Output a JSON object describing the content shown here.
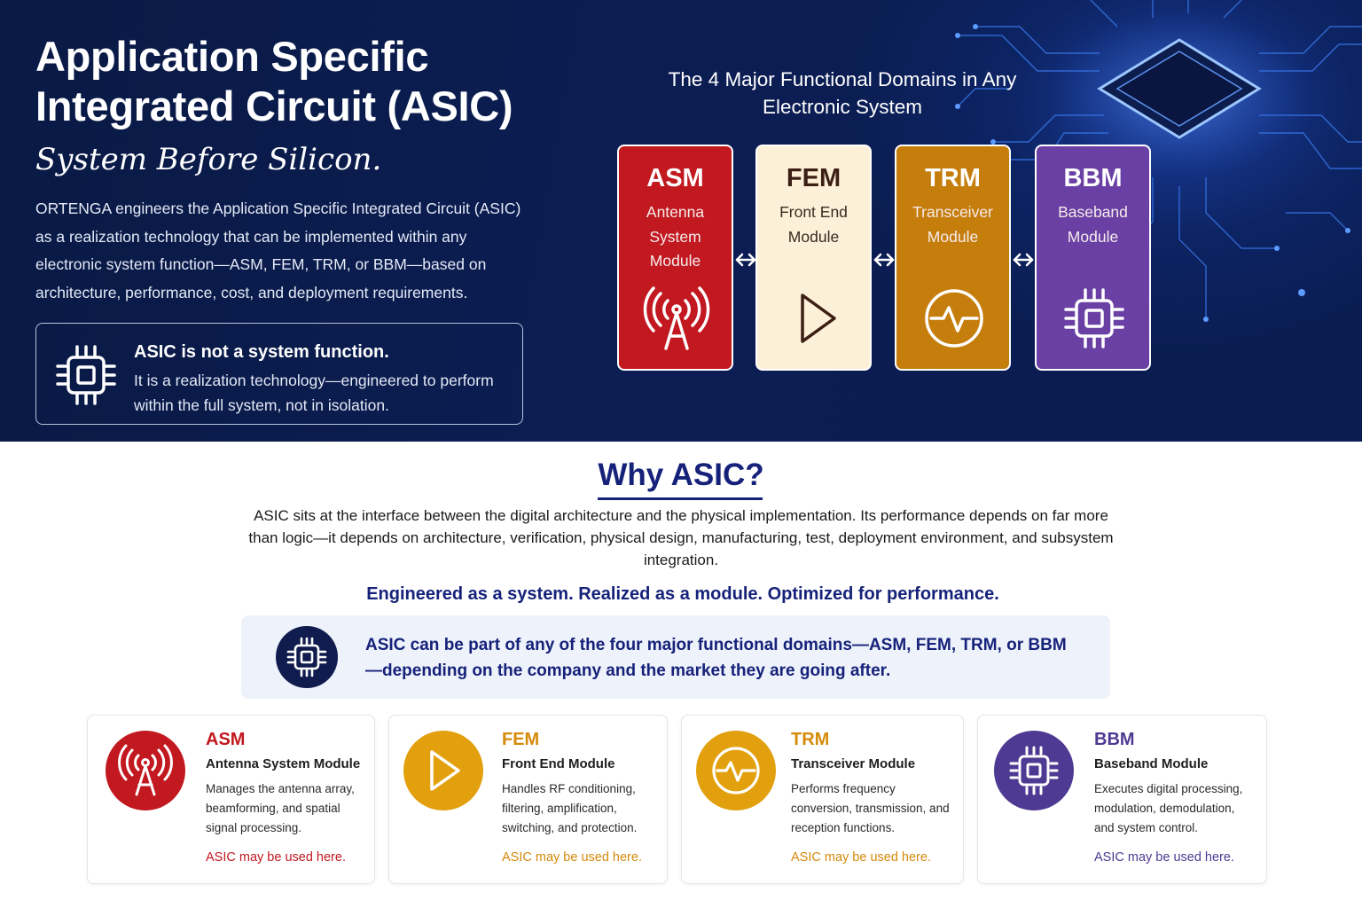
{
  "hero": {
    "title": "Application Specific Integrated Circuit (ASIC)",
    "tagline": "System Before Silicon.",
    "description": "ORTENGA engineers the Application Specific Integrated Circuit (ASIC) as a realization technology that can be implemented within any electronic system function—ASM, FEM, TRM, or BBM—based on architecture, performance, cost, and deployment requirements.",
    "note": {
      "title": "ASIC is not a system function.",
      "text": "It is a realization technology—engineered to perform within the full system, not in isolation.",
      "icon": "chip-icon"
    }
  },
  "domains": {
    "heading": "The 4 Major Functional Domains in Any Electronic System",
    "cards": [
      {
        "abbr": "ASM",
        "full": "Antenna System Module",
        "icon": "antenna-icon",
        "color": "#c2181f"
      },
      {
        "abbr": "FEM",
        "full": "Front End Module",
        "icon": "play-icon",
        "color": "#fdf0d8"
      },
      {
        "abbr": "TRM",
        "full": "Transceiver Module",
        "icon": "waveform-icon",
        "color": "#c57d0c"
      },
      {
        "abbr": "BBM",
        "full": "Baseband Module",
        "icon": "chip-icon",
        "color": "#6a40a4"
      }
    ]
  },
  "why": {
    "title": "Why ASIC?",
    "text": "ASIC sits at the interface between the digital architecture and the physical implementation. Its performance depends on far more than logic—it depends on architecture, verification, physical design, manufacturing, test, deployment environment, and subsystem integration.",
    "tagline": "Engineered as a system. Realized as a module. Optimized for performance.",
    "banner": "ASIC can be part of any of the four major functional domains—ASM, FEM, TRM, or BBM—depending on the company and the market they are going after."
  },
  "modules": [
    {
      "abbr": "ASM",
      "full": "Antenna System Module",
      "desc": "Manages the antenna array, beamforming, and spatial signal processing.",
      "note": "ASIC may be used here.",
      "color": "#c2181f"
    },
    {
      "abbr": "FEM",
      "full": "Front End Module",
      "desc": "Handles RF conditioning, filtering, amplification, switching, and protection.",
      "note": "ASIC may be used here.",
      "color": "#e3a00e"
    },
    {
      "abbr": "TRM",
      "full": "Transceiver Module",
      "desc": "Performs frequency conversion, transmission, and reception functions.",
      "note": "ASIC may be used here.",
      "color": "#e3a00e"
    },
    {
      "abbr": "BBM",
      "full": "Baseband Module",
      "desc": "Executes digital processing, modulation, demodulation, and system control.",
      "note": "ASIC may be used here.",
      "color": "#4e3a92"
    }
  ]
}
